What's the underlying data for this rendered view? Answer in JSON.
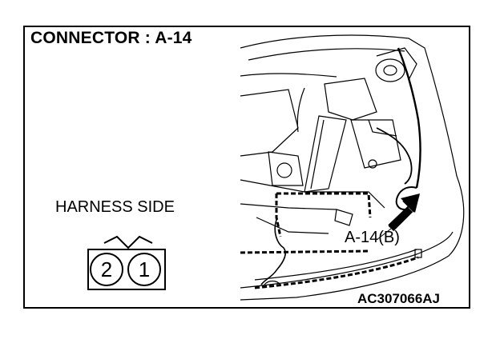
{
  "diagram": {
    "title": "CONNECTOR : A-14",
    "harness_label": "HARNESS SIDE",
    "callout_label": "A-14(B)",
    "figure_code": "AC307066AJ",
    "connector_pins": [
      "2",
      "1"
    ]
  }
}
